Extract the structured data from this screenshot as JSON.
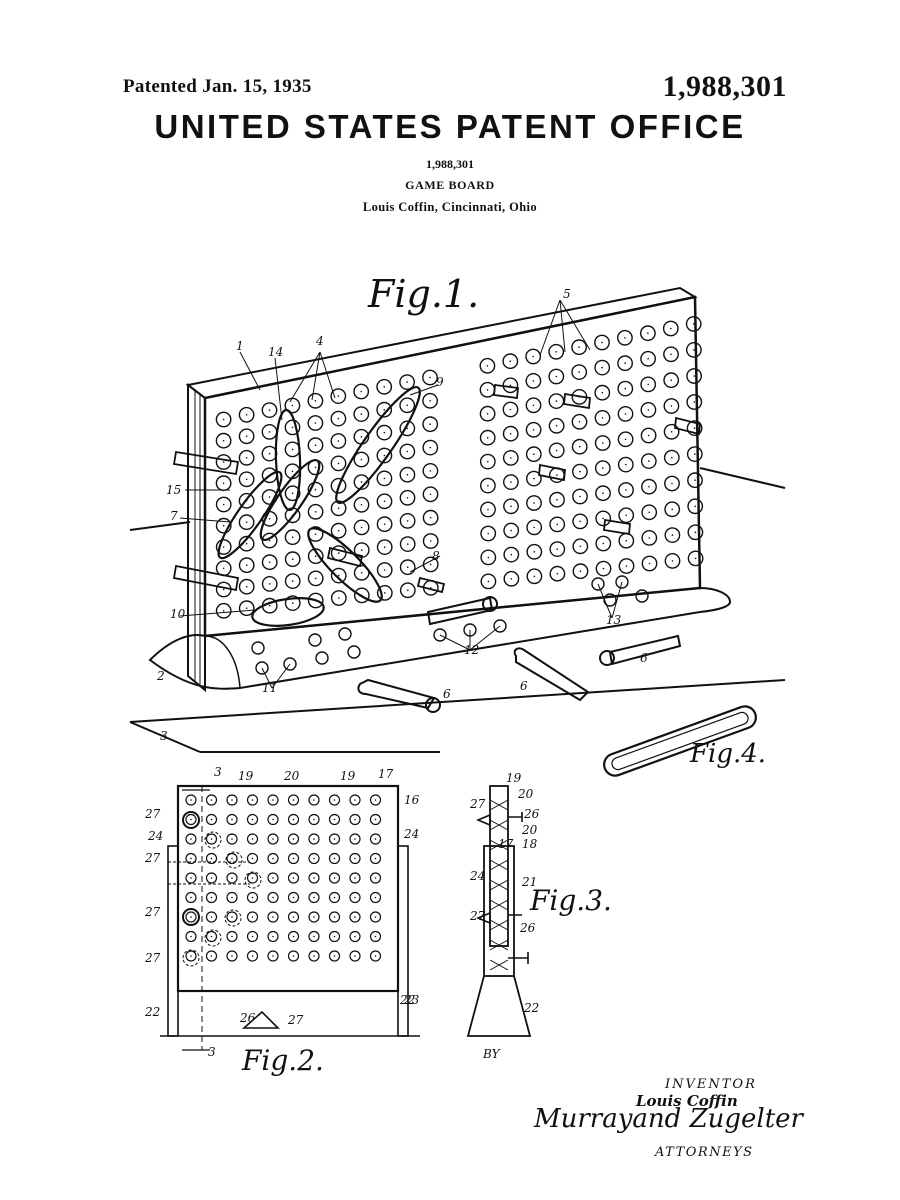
{
  "header": {
    "patented": "Patented Jan. 15, 1935",
    "patent_number": "1,988,301"
  },
  "office_title": "UNITED STATES PATENT OFFICE",
  "sub": {
    "number": "1,988,301",
    "title": "GAME BOARD",
    "inventor_line": "Louis Coffin, Cincinnati, Ohio"
  },
  "figures": {
    "fig1": "Fig.1.",
    "fig2": "Fig.2.",
    "fig3": "Fig.3.",
    "fig4": "Fig.4."
  },
  "drawing_text": {
    "by": "BY"
  },
  "signature_block": {
    "inventor_label": "INVENTOR",
    "inventor_name": "Louis Coffin",
    "attorneys_signature": "Murrayand Zugelter",
    "attorneys_label": "ATTORNEYS"
  },
  "fig1_refs": [
    "1",
    "2",
    "3",
    "4",
    "5",
    "6",
    "6",
    "6",
    "7",
    "8",
    "9",
    "10",
    "11",
    "12",
    "13",
    "14",
    "15"
  ],
  "fig2_refs": [
    "3",
    "3",
    "16",
    "17",
    "19",
    "19",
    "20",
    "22",
    "22",
    "23",
    "24",
    "24",
    "26",
    "27",
    "27",
    "27",
    "27",
    "27"
  ],
  "fig3_refs": [
    "17",
    "18",
    "19",
    "20",
    "20",
    "21",
    "22",
    "24",
    "26",
    "26",
    "27",
    "27"
  ],
  "colors": {
    "ink": "#111111",
    "paper": "#ffffff"
  }
}
